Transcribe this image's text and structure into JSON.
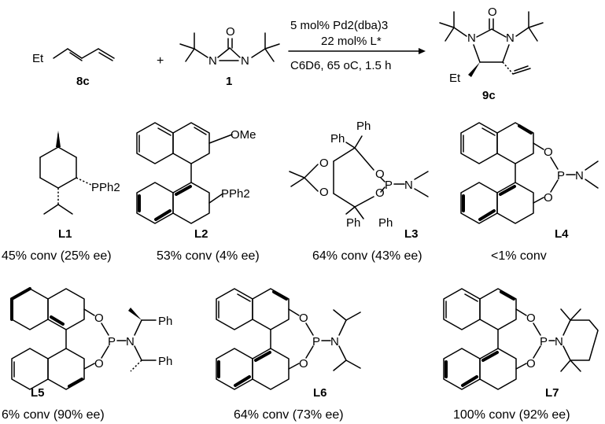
{
  "reaction": {
    "diene_label": "8c",
    "reagent_label": "1",
    "product_label": "9c",
    "plus": "+",
    "conditions_line1": "5 mol% Pd2(dba)3",
    "conditions_line2": "22 mol% L*",
    "conditions_line3": "C6D6, 65 oC, 1.5 h"
  },
  "atoms": {
    "et": "Et",
    "o": "O",
    "n": "N",
    "p": "P",
    "ome": "OMe",
    "pph2": "PPh2",
    "ph": "Ph"
  },
  "ligands": [
    {
      "label": "L1",
      "result": "45% conv (25% ee)"
    },
    {
      "label": "L2",
      "result": "53% conv (4% ee)"
    },
    {
      "label": "L3",
      "result": "64% conv (43% ee)"
    },
    {
      "label": "L4",
      "result": "<1% conv"
    },
    {
      "label": "L5",
      "result": "6% conv (90% ee)"
    },
    {
      "label": "L6",
      "result": "64% conv (73% ee)"
    },
    {
      "label": "L7",
      "result": "100% conv (92% ee)"
    }
  ]
}
